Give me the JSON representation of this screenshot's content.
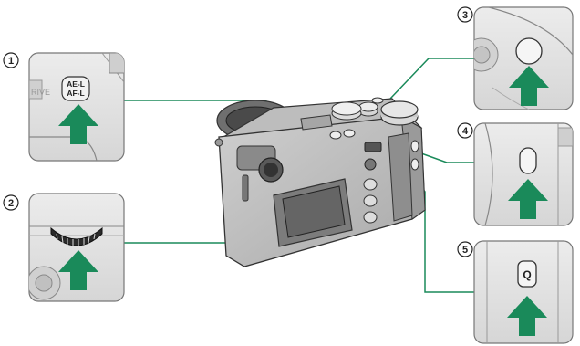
{
  "callouts": [
    {
      "number": "1",
      "label": "①"
    },
    {
      "number": "2",
      "label": "②"
    },
    {
      "number": "3",
      "label": "③"
    },
    {
      "number": "4",
      "label": "④"
    },
    {
      "number": "5",
      "label": "⑤"
    }
  ],
  "panel1": {
    "button_line1": "AE-L",
    "button_line2": "AF-L",
    "side_label": "RIVE"
  },
  "panel5": {
    "button_label": "Q"
  },
  "colors": {
    "arrow": "#1a8a5a",
    "leader": "#1a8a5a",
    "panel_bg": "#e6e6e6",
    "panel_border": "#777777"
  },
  "icons": [
    "up-arrow-icon"
  ]
}
